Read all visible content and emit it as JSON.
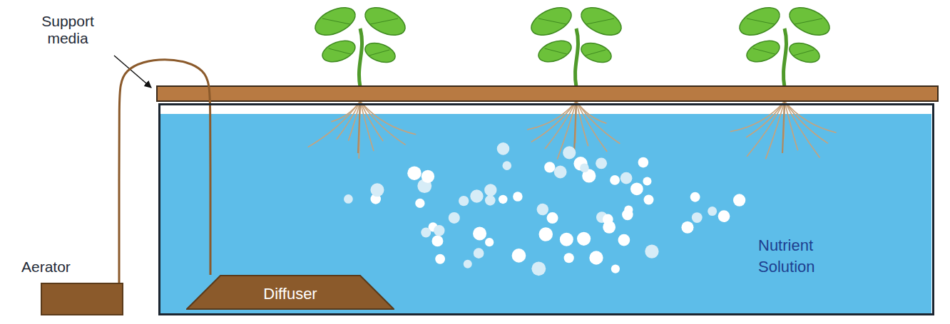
{
  "diagram": {
    "nodes": [
      {
        "text": [
          "Aerator"
        ]
      },
      {
        "text": [
          "Nutrient Solution"
        ]
      },
      {
        "text": [
          "Diffuser"
        ],
        "in": 1
      }
    ],
    "edges": [
      {
        "from": 0,
        "to": 2,
        "arrow": "none"
      }
    ],
    "labels": [
      "Support media"
    ]
  }
}
